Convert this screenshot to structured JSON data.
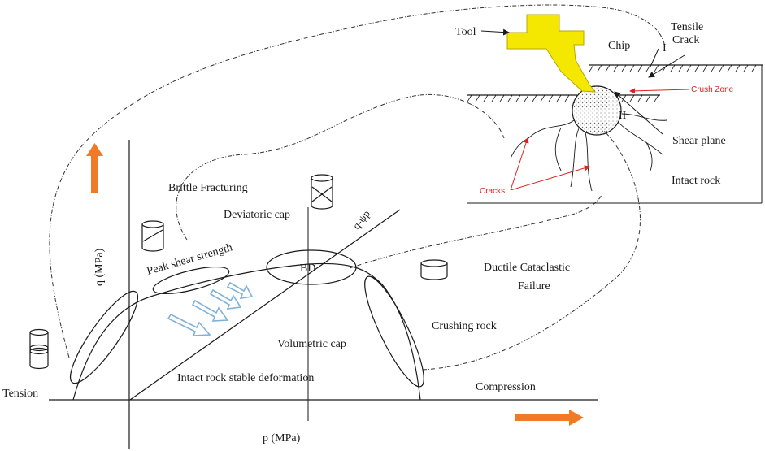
{
  "labels": {
    "q_axis": "q (MPa)",
    "p_axis": "p (MPa)",
    "tension": "Tension",
    "compression": "Compression",
    "brittle": "Brittle Fracturing",
    "deviatoric_cap": "Deviatoric cap",
    "peak_shear": "Peak shear strength",
    "bd": "BD",
    "q_yp": "q-ψp",
    "ductile_line1": "Ductile Cataclastic",
    "ductile_line2": "Failure",
    "crushing": "Crushing rock",
    "volumetric_cap": "Volumetric cap",
    "intact_stable": "Intact rock stable deformation",
    "tool": "Tool",
    "chip": "Chip",
    "tensile_line1": "Tensile",
    "tensile_line2": "Crack",
    "region_I": "I",
    "region_II": "II",
    "crush_zone": "Crush Zone",
    "shear_plane": "Shear plane",
    "intact_rock": "Intact rock",
    "cracks": "Cracks"
  },
  "colors": {
    "arrow_orange": "#f07a28",
    "tool_yellow": "#f5e800",
    "annot_red": "#e02020",
    "flow_arrow_blue": "#7fb2d6"
  }
}
